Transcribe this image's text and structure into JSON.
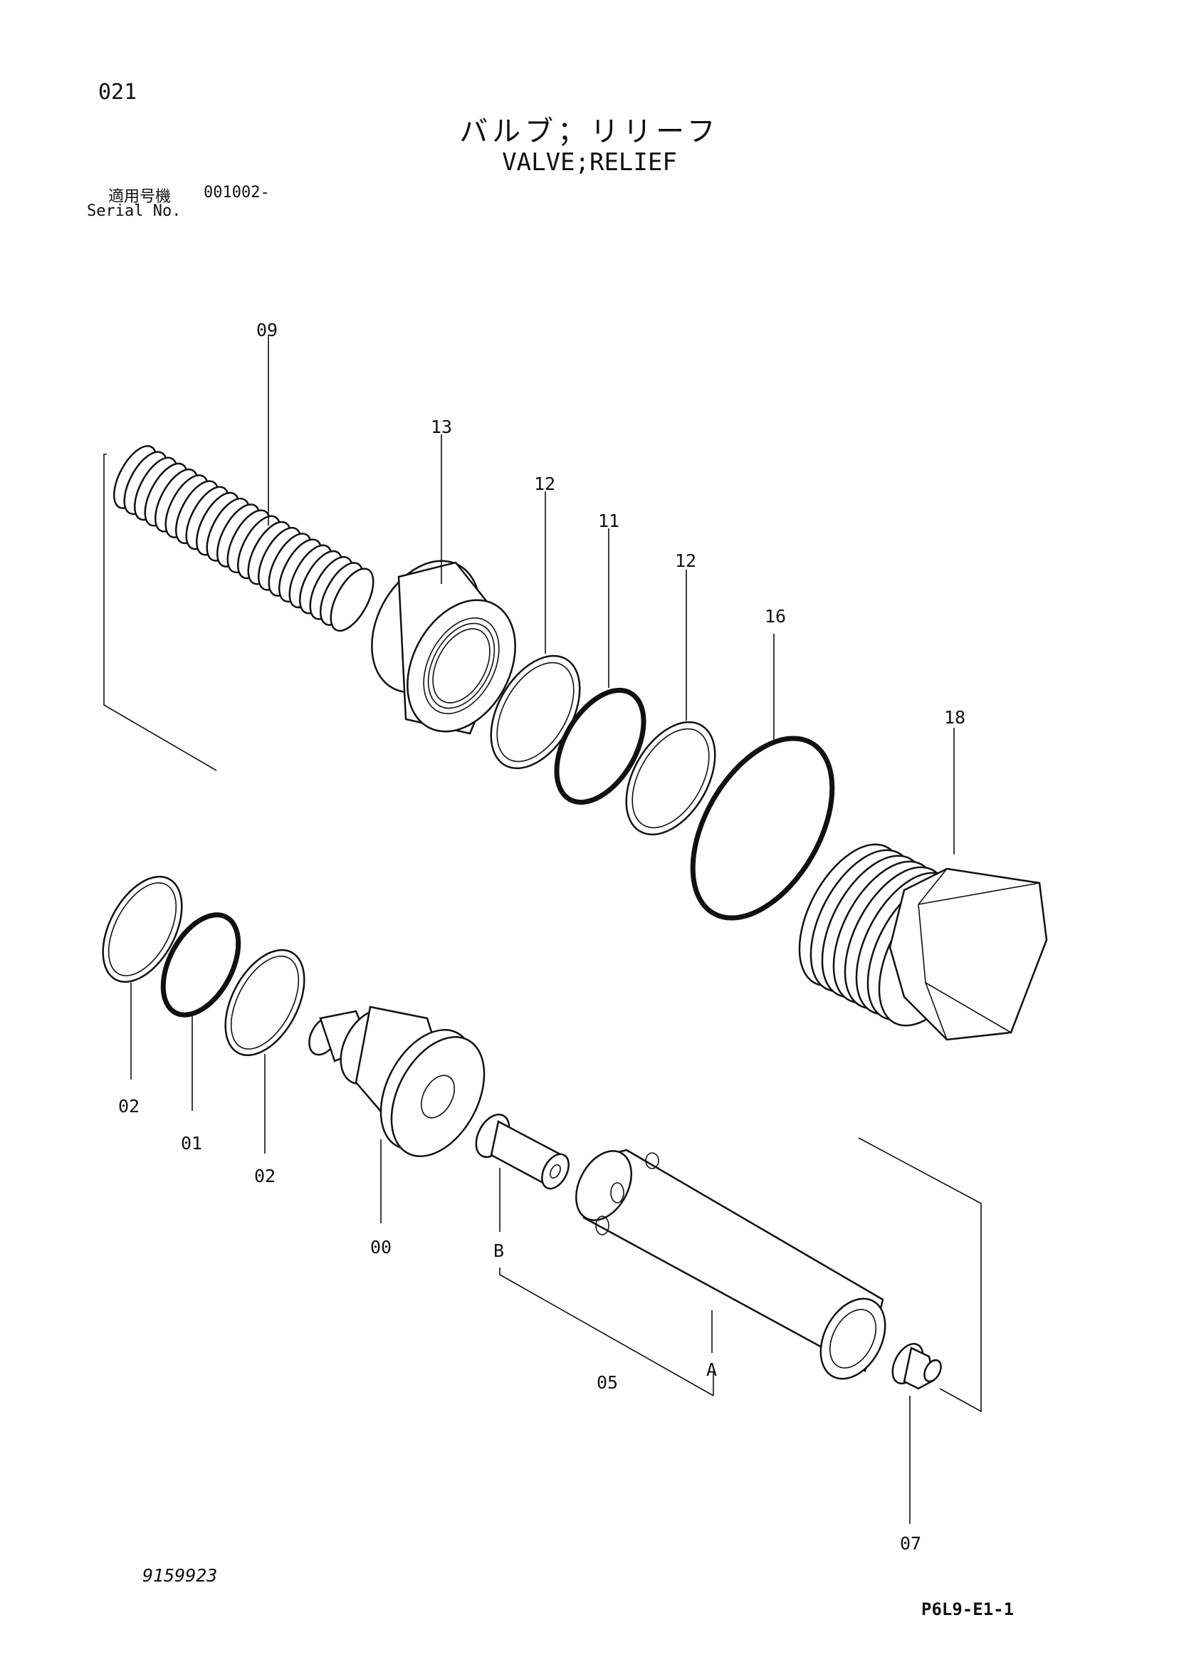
{
  "header": {
    "page_number": "021",
    "title_jp": "バルブ；リリーフ",
    "title_en": "VALVE;RELIEF",
    "serial_label_jp": "適用号機",
    "serial_value": "001002-",
    "serial_label_en": "Serial No."
  },
  "callouts": {
    "spring": "09",
    "seat": "13",
    "backup_ring_top_a": "12",
    "oring_top": "11",
    "backup_ring_top_b": "12",
    "oring_large": "16",
    "plug": "18",
    "backup_ring_left_a": "02",
    "oring_left": "01",
    "backup_ring_left_b": "02",
    "poppet_body": "00",
    "piston": "B",
    "sleeve": "A",
    "sub_assembly": "05",
    "end_plug": "07"
  },
  "footer": {
    "document_number": "9159923",
    "page_code": "P6L9-E1-1"
  }
}
